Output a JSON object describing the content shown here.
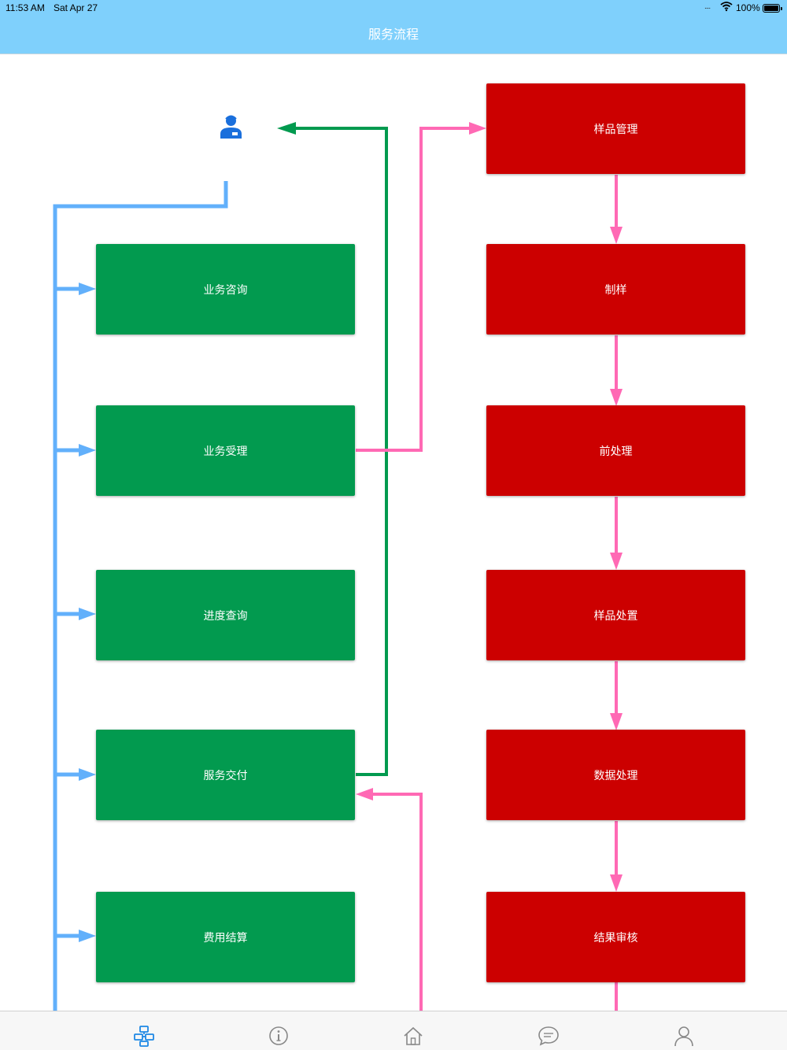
{
  "status_bar": {
    "time": "11:53 AM",
    "date": "Sat Apr 27",
    "signal": "....",
    "wifi_icon": "wifi-icon",
    "battery": "100%"
  },
  "nav": {
    "title": "服务流程"
  },
  "flow": {
    "user_icon": "customer-service-user-icon",
    "customer_steps": [
      {
        "label": "业务咨询"
      },
      {
        "label": "业务受理"
      },
      {
        "label": "进度查询"
      },
      {
        "label": "服务交付"
      },
      {
        "label": "费用结算"
      }
    ],
    "lab_steps": [
      {
        "label": "样品管理"
      },
      {
        "label": "制样"
      },
      {
        "label": "前处理"
      },
      {
        "label": "样品处置"
      },
      {
        "label": "数据处理"
      },
      {
        "label": "结果审核"
      }
    ],
    "colors": {
      "customer_box": "#029a4f",
      "lab_box": "#cc0000",
      "blue_line": "#62b0fb",
      "green_line": "#029a4f",
      "pink_line": "#ff69b4"
    }
  },
  "tab_bar": {
    "tabs": [
      {
        "icon": "flow-icon",
        "active": true
      },
      {
        "icon": "info-icon",
        "active": false
      },
      {
        "icon": "home-icon",
        "active": false
      },
      {
        "icon": "chat-icon",
        "active": false
      },
      {
        "icon": "profile-icon",
        "active": false
      }
    ]
  }
}
